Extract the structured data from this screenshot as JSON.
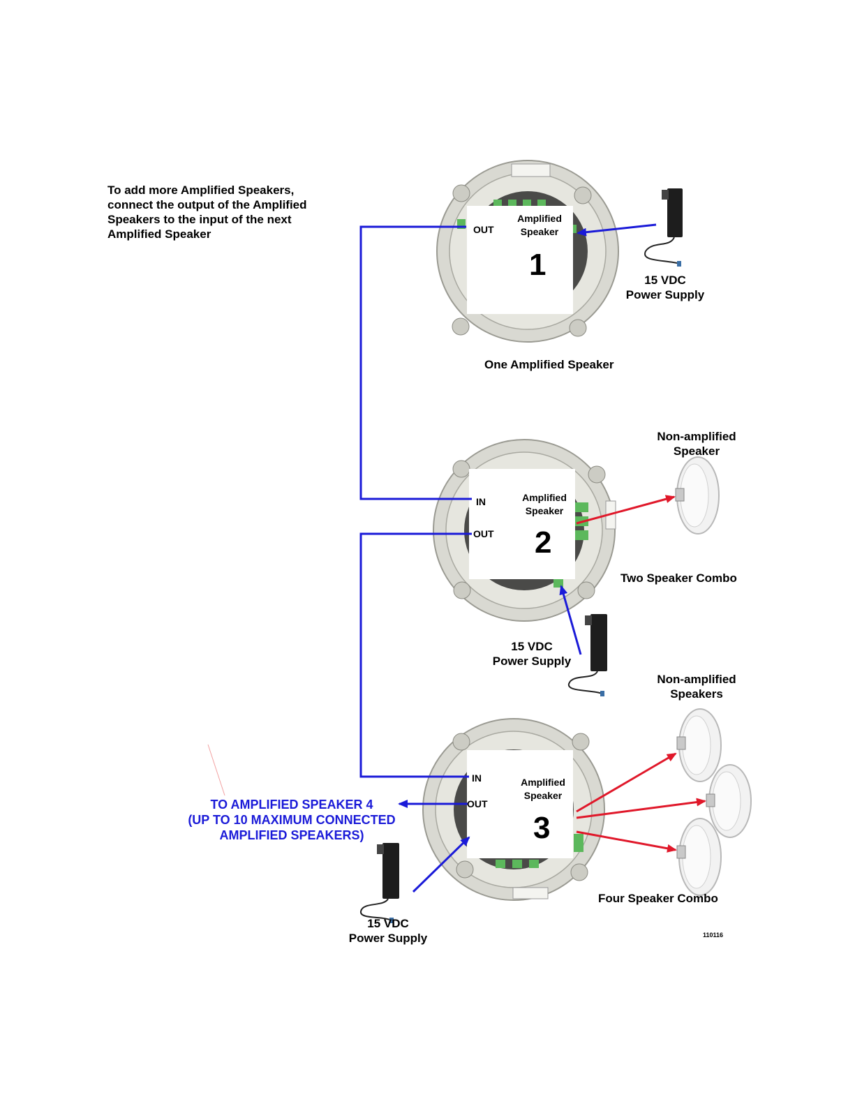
{
  "instruction": {
    "lines": [
      "To add more Amplified Speakers,",
      "connect the output of the Amplified",
      "Speakers to the input of the next",
      "Amplified Speaker"
    ]
  },
  "speaker1": {
    "out_label": "OUT",
    "name_line1": "Amplified",
    "name_line2": "Speaker",
    "number": "1",
    "caption": "One Amplified Speaker",
    "power_line1": "15 VDC",
    "power_line2": "Power Supply"
  },
  "speaker2": {
    "in_label": "IN",
    "out_label": "OUT",
    "name_line1": "Amplified",
    "name_line2": "Speaker",
    "number": "2",
    "caption": "Two Speaker Combo",
    "passive_line1": "Non-amplified",
    "passive_line2": "Speaker",
    "power_line1": "15 VDC",
    "power_line2": "Power Supply"
  },
  "speaker3": {
    "in_label": "IN",
    "out_label": "OUT",
    "name_line1": "Amplified",
    "name_line2": "Speaker",
    "number": "3",
    "caption": "Four Speaker Combo",
    "passive_line1": "Non-amplified",
    "passive_line2": "Speakers",
    "power_line1": "15 VDC",
    "power_line2": "Power Supply"
  },
  "next_speaker_note": {
    "line1": "TO AMPLIFIED SPEAKER 4",
    "line2": "(UP TO 10 MAXIMUM CONNECTED",
    "line3": "AMPLIFIED SPEAKERS)"
  },
  "figure_id": "110116",
  "colors": {
    "link_blue": "#1a1ad8",
    "speaker_red": "#e0182a",
    "connector_green": "#5cb85c",
    "housing_gray": "#d8d8d0"
  }
}
